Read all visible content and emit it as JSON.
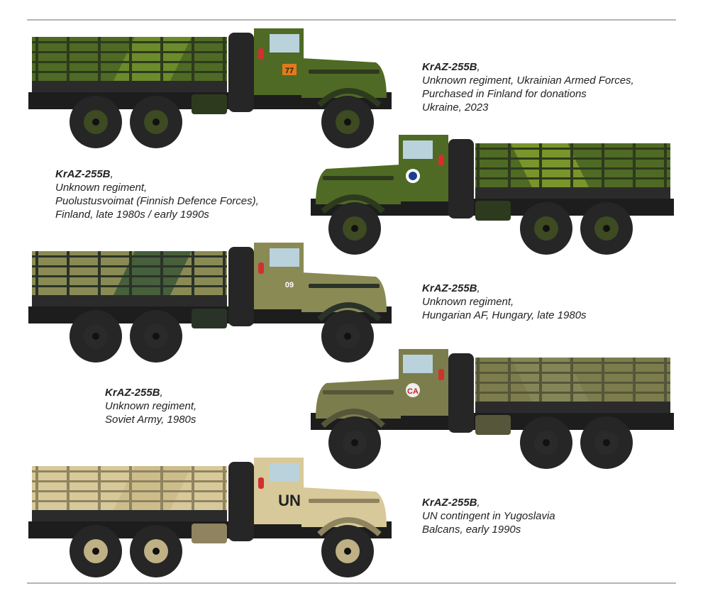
{
  "plates": [
    {
      "title": "KrAZ-255B",
      "lines": [
        "Unknown regiment, Ukrainian Armed Forces,",
        "Purchased in Finland for donations",
        "Ukraine, 2023"
      ],
      "truck": {
        "dir": 1,
        "base": "#4f6a24",
        "camo": "#6f8f2c",
        "dark": "#2e3a1e",
        "marking": "77",
        "marking_color": "#e07b1a",
        "hub": "#3d4a22"
      }
    },
    {
      "title": "KrAZ-255B",
      "lines": [
        "Unknown regiment,",
        "Puolustusvoimat (Finnish Defence Forces),",
        "Finland, late 1980s / early 1990s"
      ],
      "truck": {
        "dir": -1,
        "base": "#4f6a24",
        "camo": "#7d9a2e",
        "dark": "#2e3a1e",
        "marking": "",
        "marking_color": "#1d3d8f",
        "hub": "#3d4a22"
      }
    },
    {
      "title": "KrAZ-255B",
      "lines": [
        "Unknown regiment,",
        "Hungarian AF, Hungary, late 1980s"
      ],
      "truck": {
        "dir": 1,
        "base": "#8a8a55",
        "camo": "#3f5a3a",
        "dark": "#2a3328",
        "marking": "09",
        "marking_color": "#ffffff",
        "hub": "#2a2a2a"
      }
    },
    {
      "title": "KrAZ-255B",
      "lines": [
        "Unknown regiment,",
        "Soviet Army, 1980s"
      ],
      "truck": {
        "dir": -1,
        "base": "#7c7d4c",
        "camo": "#86875a",
        "dark": "#55563a",
        "marking": "CA",
        "marking_color": "#cc2222",
        "hub": "#2a2a2a"
      }
    },
    {
      "title": "KrAZ-255B",
      "lines": [
        "UN contingent in Yugoslavia",
        "Balcans, early 1990s"
      ],
      "truck": {
        "dir": 1,
        "base": "#d8c99a",
        "camo": "#cbbb8a",
        "dark": "#8f845f",
        "marking": "UN",
        "marking_color": "#222222",
        "hub": "#bfb185"
      }
    }
  ]
}
